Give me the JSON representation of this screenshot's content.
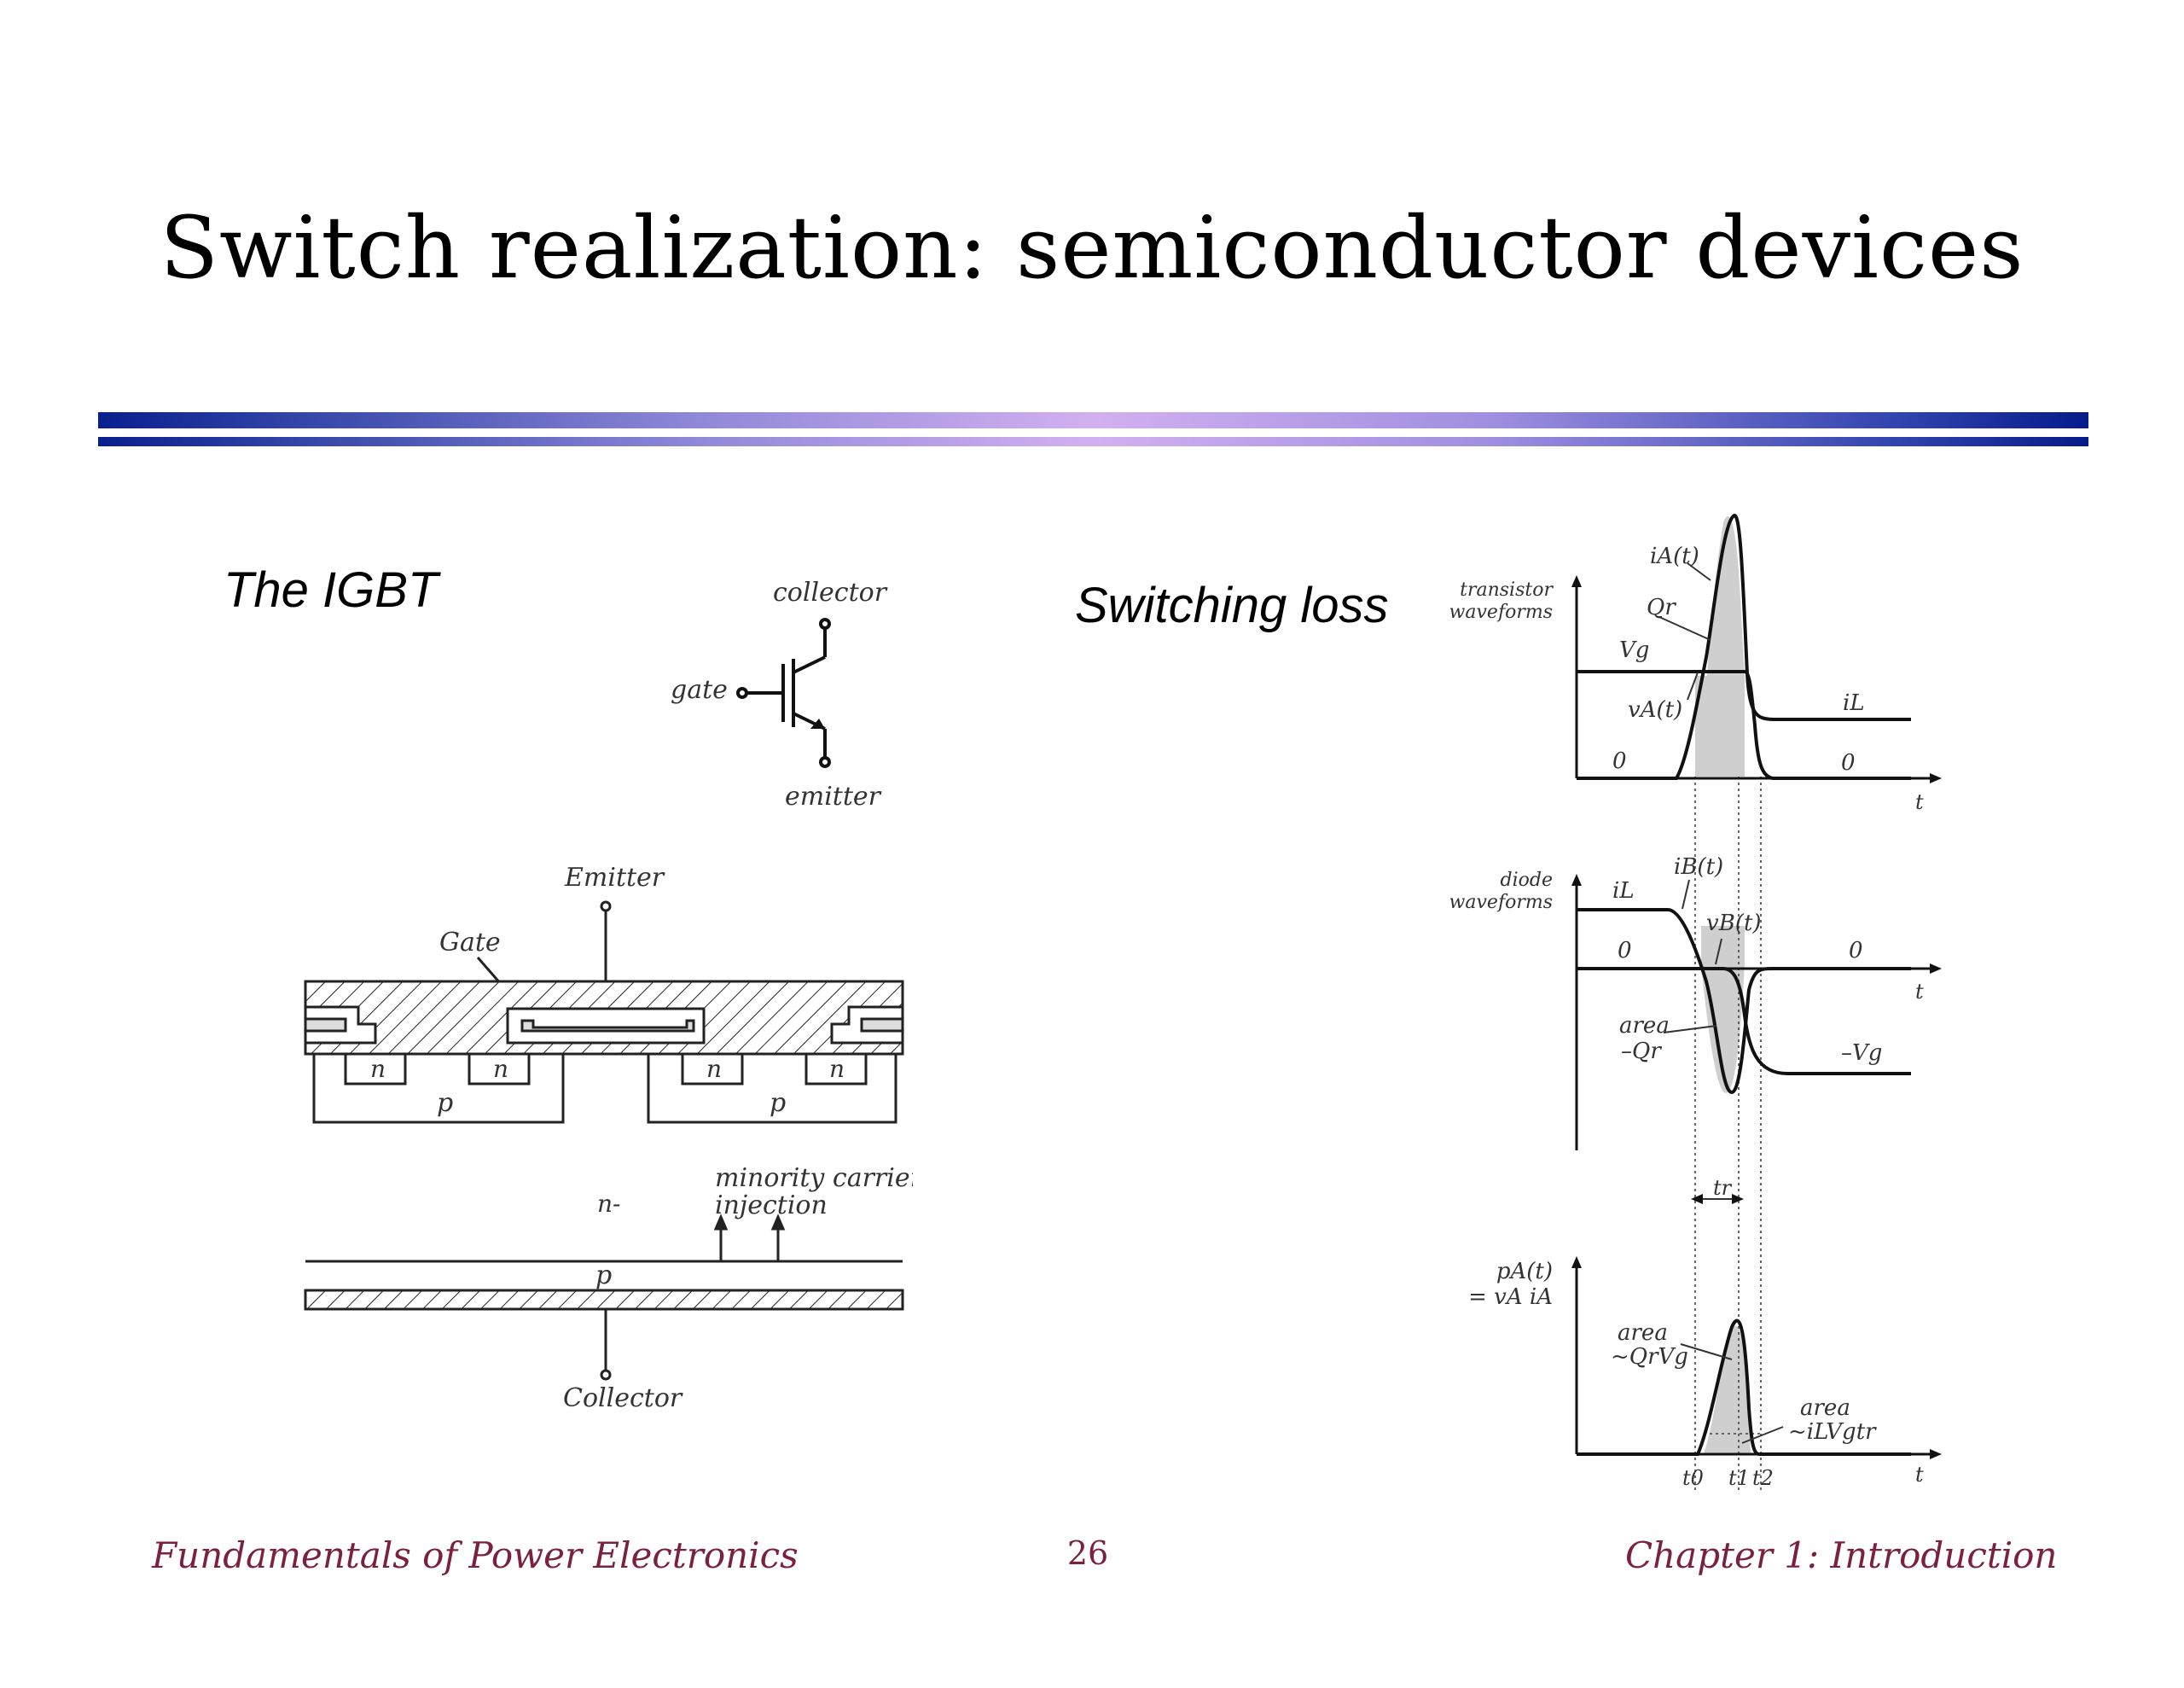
{
  "slide": {
    "title": "Switch realization: semiconductor devices",
    "left_heading": "The IGBT",
    "right_heading": "Switching loss"
  },
  "symbol": {
    "collector": "collector",
    "gate": "gate",
    "emitter": "emitter"
  },
  "cross_section": {
    "emitter": "Emitter",
    "gate": "Gate",
    "n": "n",
    "p": "p",
    "n_minus": "n-",
    "minority_line1": "minority carrier",
    "minority_line2": "injection",
    "collector": "Collector"
  },
  "waveforms": {
    "transistor_line1": "transistor",
    "transistor_line2": "waveforms",
    "iA": "iA(t)",
    "Qr": "Qr",
    "Vg": "Vg",
    "vA": "vA(t)",
    "iL": "iL",
    "zero": "0",
    "t": "t",
    "diode_line1": "diode",
    "diode_line2": "waveforms",
    "iB": "iB(t)",
    "vB": "vB(t)",
    "area_Qr_line1": "area",
    "area_Qr_line2": "–Qr",
    "minus_Vg": "–Vg",
    "tr": "tr",
    "pA_line1": "pA(t)",
    "pA_line2": "= vA iA",
    "area_QrVg_line1": "area",
    "area_QrVg_line2": "~QrVg",
    "area_iLVgtr_line1": "area",
    "area_iLVgtr_line2": "~iLVgtr",
    "t0": "t0",
    "t1": "t1",
    "t2": "t2"
  },
  "footer": {
    "left": "Fundamentals of Power Electronics",
    "page": "26",
    "right": "Chapter 1: Introduction"
  }
}
